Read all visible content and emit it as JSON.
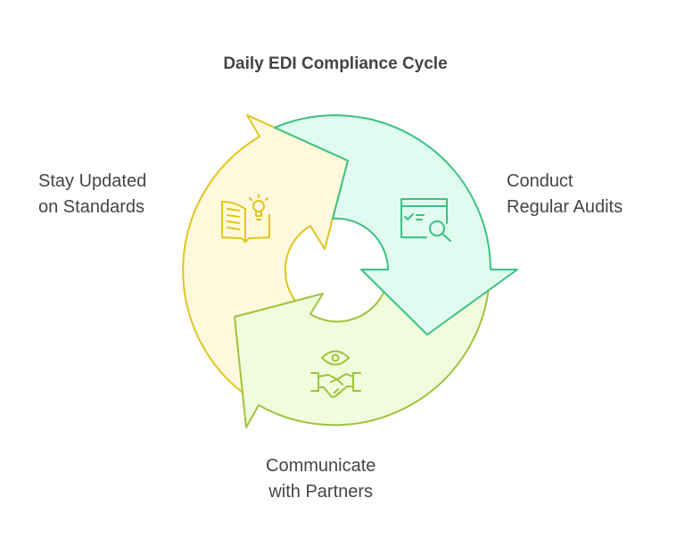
{
  "title": "Daily EDI Compliance Cycle",
  "steps": [
    {
      "line1": "Stay Updated",
      "line2": "on Standards",
      "icon": "book-lightbulb-icon",
      "fill": "#fef9dc",
      "stroke": "#e0c520"
    },
    {
      "line1": "Conduct",
      "line2": "Regular Audits",
      "icon": "audit-search-icon",
      "fill": "#e0fbef",
      "stroke": "#3cc184"
    },
    {
      "line1": "Communicate",
      "line2": "with Partners",
      "icon": "eye-handshake-icon",
      "fill": "#f1fcdd",
      "stroke": "#9dc43a"
    }
  ]
}
